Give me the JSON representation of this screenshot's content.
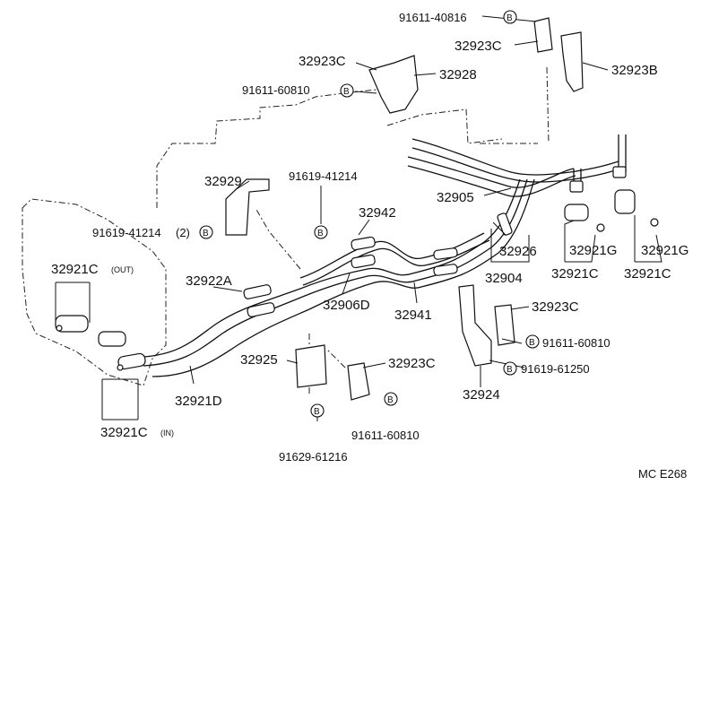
{
  "diagram": {
    "callouts": {
      "p91611_40816": "91611-40816",
      "p32923C_top": "32923C",
      "p32923B": "32923B",
      "p32923C_mid": "32923C",
      "p32928": "32928",
      "p91611_60810_top": "91611-60810",
      "p32929": "32929",
      "p91619_41214_mid": "91619-41214",
      "p91619_41214_left": "91619-41214",
      "p91619_41214_left_qty": "(2)",
      "p32942": "32942",
      "p32905": "32905",
      "p32926": "32926",
      "p32904": "32904",
      "p32921G_a": "32921G",
      "p32921G_b": "32921G",
      "p32921C_a": "32921C",
      "p32921C_b": "32921C",
      "p32921C_out": "32921C",
      "p32921C_out_note": "(OUT)",
      "p32922A": "32922A",
      "p32906D": "32906D",
      "p32941": "32941",
      "p32923C_right": "32923C",
      "p91611_60810_right": "91611-60810",
      "p91619_61250": "91619-61250",
      "p32924": "32924",
      "p32925": "32925",
      "p32923C_low": "32923C",
      "p91611_60810_low": "91611-60810",
      "p91629_61216": "91629-61216",
      "p32921D": "32921D",
      "p32921C_in": "32921C",
      "p32921C_in_note": "(IN)"
    },
    "bolt_marker": "B",
    "figure_code": "MC  E268"
  }
}
